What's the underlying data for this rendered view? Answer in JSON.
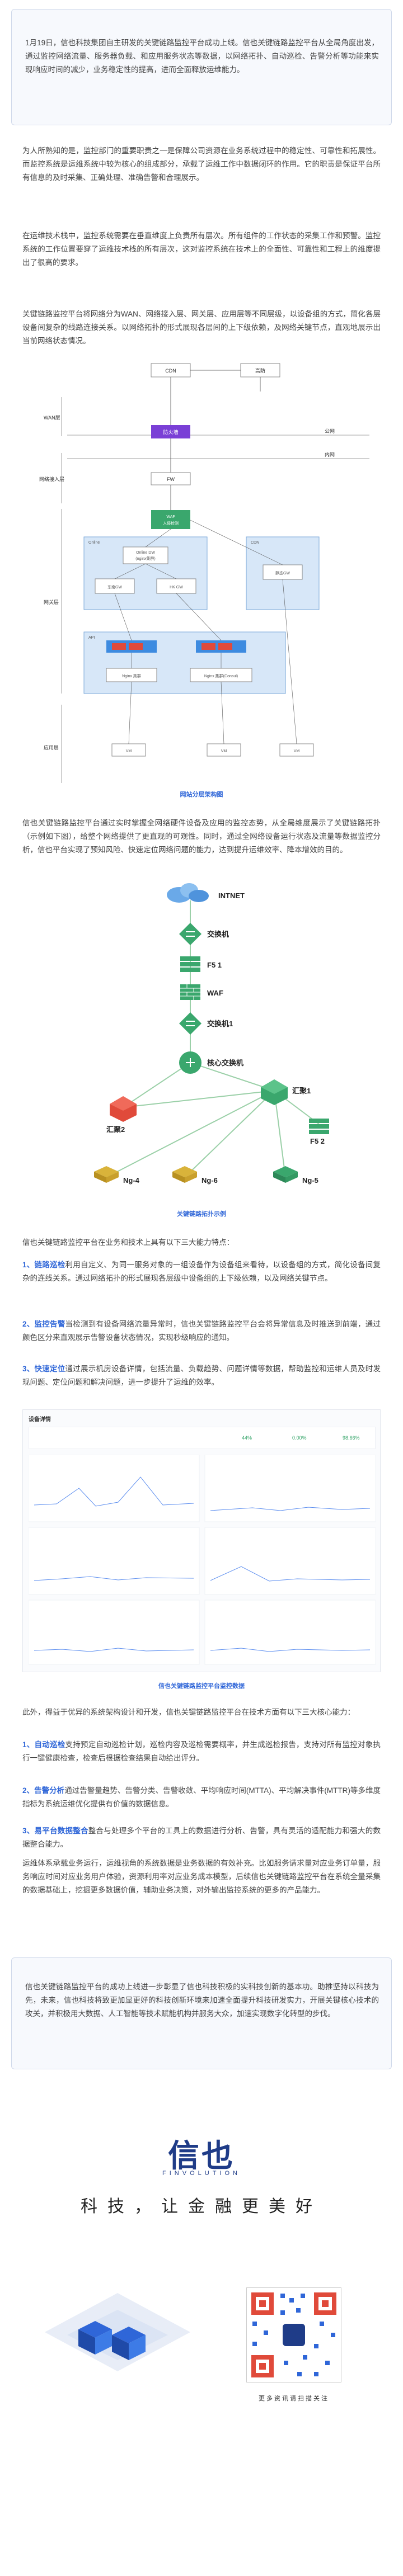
{
  "intro": {
    "p1": "1月19日，信也科技集团自主研发的关键链路监控平台成功上线。信也关键链路监控平台从全局角度出发，通过监控网络流量、服务器负载、和应用服务状态等数据，以网络拓扑、自动巡检、告警分析等功能来实现响应时间的减少，业务稳定性的提高，进而全面释放运维能力。"
  },
  "background": {
    "p1": "为人所熟知的是，监控部门的重要职责之一是保障公司资源在业务系统过程中的稳定性、可靠性和拓展性。而监控系统是运维系统中较为核心的组成部分，承载了运维工作中数据闭环的作用。它的职责是保证平台所有信息的及时采集、正确处理、准确告警和合理展示。",
    "p2": "在运维技术栈中，监控系统需要在垂直维度上负责所有层次。所有组件的工作状态的采集工作和预警。监控系统的工作位置要穿了运维技术栈的所有层次，这对监控系统在技术上的全面性、可靠性和工程上的维度提出了很高的要求。",
    "p3": "关键链路监控平台将网络分为WAN、网络接入层、网关层、应用层等不同层级，以设备组的方式，简化各层设备间复杂的线路连接关系。以网络拓扑的形式展现各层间的上下级依赖，及网络关键节点，直观地展示出当前网络状态情况。"
  },
  "diagram1": {
    "caption": "网站分层架构图",
    "layers": [
      "WAN层",
      "网络接入层",
      "网关层",
      "应用层"
    ],
    "top_nodes": [
      "CDN",
      "高防"
    ],
    "line_labels": [
      "公网",
      "内网"
    ],
    "firewall": "防火墙",
    "fw_label": "FW",
    "waf_label": "WAF\n入侵检测",
    "online_label": "Online",
    "online_inner": "Online DW\n(nginx集群)",
    "gw_a": "东南GW",
    "gw_b": "HK GW",
    "cdn_label": "CDN",
    "cdn_inner": "静态GW",
    "api_label": "API",
    "api_a": "Nginx 集群",
    "api_b": "Nginx 集群(Consul)",
    "app_a": "VM",
    "app_b": "VM",
    "app_c": "VM"
  },
  "topology": {
    "p1": "信也关键链路监控平台通过实时掌握全网络硬件设备及应用的监控态势，从全局维度展示了关键链路拓扑（示例如下图），给整个网络提供了更直观的可观性。同时，通过全网络设备运行状态及流量等数据监控分析，信也平台实现了预知风险、快速定位网络问题的能力，达到提升运维效率、降本增效的目的。",
    "nodes": {
      "cloud": "INTNET",
      "sw1": "交换机",
      "f5a": "F5 1",
      "waf": "WAF",
      "sw2": "交换机1",
      "core": "核心交换机",
      "agg2": "汇聚2",
      "agg1": "汇聚1",
      "f5b": "F5 2",
      "ng4": "Ng-4",
      "ng6": "Ng-6",
      "ng5": "Ng-5"
    },
    "caption": "关键链路拓扑示例"
  },
  "features": {
    "intro": "信也关键链路监控平台在业务和技术上具有以下三大能力特点：",
    "f1_title": "1、链路巡检",
    "f1_body": "利用自定义、为同一服务对象的一组设备作为设备组来看待，以设备组的方式，简化设备间复杂的连线关系。通过网络拓扑的形式展现各层级中设备组的上下级依赖，以及网络关键节点。",
    "f2_title": "2、监控告警",
    "f2_body": "当检测到有设备网络流量异常时，信也关键链路监控平台会将异常信息及时推送到前端，通过颜色区分来直观展示告警设备状态情况，实现秒级响应的通知。",
    "f3_title": "3、快速定位",
    "f3_body": "通过展示机房设备详情，包括流量、负载趋势、问题详情等数据，帮助监控和运维人员及时发现问题、定位问题和解决问题，进一步提升了运维的效率。"
  },
  "dashboard": {
    "caption": "信也关键链路监控平台监控数据",
    "title": "设备详情",
    "stats": [
      "44%",
      "0.00%",
      "98.66%"
    ]
  },
  "extra": {
    "p1": "此外，得益于优异的系统架构设计和开发，信也关键链路监控平台在技术方面有以下三大核心能力：",
    "e1_title": "1、自动巡检",
    "e1_body": "支持预定自动巡检计划，巡检内容及巡检需要概率，并生成巡检报告，支持对所有监控对象执行一键健康检查，检查后根据检查结果自动给出评分。",
    "e2_title": "2、告警分析",
    "e2_body": "通过告警量趋势、告警分类、告警收敛、平均响应时间(MTTA)、平均解决事件(MTTR)等多维度指标为系统运维优化提供有价值的数据信息。",
    "e3_title": "3、易平台数据整合",
    "e3_body": "整合与处理多个平台的工具上的数据进行分析、告警，具有灵活的适配能力和强大的数据整合能力。",
    "p2": "运维体系承载业务运行，运维视角的系统数据是业务数据的有效补充。比如服务请求量对应业务订单量，服务响应时间对应业务用户体验，资源利用率对应业务成本模型，后续信也关键链路监控平台在系统全量采集的数据基础上，挖掘更多数据价值，辅助业务决策，对外输出监控系统的更多的产品能力。"
  },
  "closing": {
    "p1": "信也关键链路监控平台的成功上线进一步彰显了信也科技积极的实科技创新的基本功。助推坚持以科技为先，未来，信也科技将致更加显更好的科技创新环境来加速全面提升科技研发实力，开展关键核心技术的攻关，并积极用大数据、人工智能等技术赋能机构并服务大众，加速实现数字化转型的步伐。"
  },
  "footer": {
    "brand": "信也",
    "brand_sub": "FINVOLUTION",
    "slogan": "科技，让金融更美好",
    "qr_caption": "更多资讯请扫描关注"
  },
  "colors": {
    "accent": "#2f66d8",
    "green": "#3aa76d",
    "red": "#e04a3a",
    "yellow": "#d9b33a",
    "purple": "#7a3fd6",
    "bluebox": "#3d8be0"
  }
}
